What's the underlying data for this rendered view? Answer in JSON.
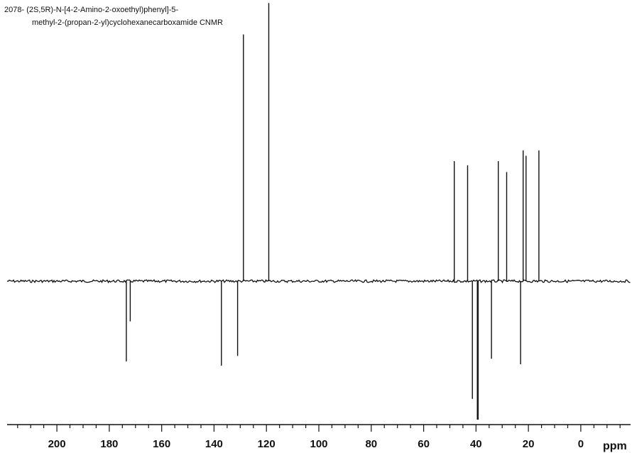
{
  "chart_data": {
    "type": "line",
    "title_line1": "2078- (2S,5R)-N-[4-2-Amino-2-oxoethyl)phenyl]-5-",
    "title_line2": "methyl-2-(propan-2-yl)cyclohexanecarboxamide CNMR",
    "xlabel": "ppm",
    "xlim": [
      219,
      -19
    ],
    "x_reversed": true,
    "x_ticks": [
      200,
      180,
      160,
      140,
      120,
      100,
      80,
      60,
      40,
      20,
      0
    ],
    "x_minor_step": 5,
    "y_range": [
      -1.0,
      2.05
    ],
    "grid": false,
    "legend": "none",
    "line_color": "#111111",
    "peaks": [
      {
        "ppm": 173.5,
        "intensity": -0.58
      },
      {
        "ppm": 172.0,
        "intensity": -0.29
      },
      {
        "ppm": 137.2,
        "intensity": -0.61
      },
      {
        "ppm": 131.0,
        "intensity": -0.54
      },
      {
        "ppm": 128.8,
        "intensity": 1.81
      },
      {
        "ppm": 119.1,
        "intensity": 2.04
      },
      {
        "ppm": 48.3,
        "intensity": 0.88
      },
      {
        "ppm": 43.2,
        "intensity": 0.85
      },
      {
        "ppm": 41.4,
        "intensity": -0.85
      },
      {
        "ppm": 39.5,
        "intensity": -1.0
      },
      {
        "ppm": 39.2,
        "intensity": -1.0
      },
      {
        "ppm": 34.1,
        "intensity": -0.56
      },
      {
        "ppm": 31.5,
        "intensity": 0.88
      },
      {
        "ppm": 28.3,
        "intensity": 0.8
      },
      {
        "ppm": 23.0,
        "intensity": -0.6
      },
      {
        "ppm": 22.0,
        "intensity": 0.96
      },
      {
        "ppm": 20.9,
        "intensity": 0.92
      },
      {
        "ppm": 16.0,
        "intensity": 0.96
      }
    ]
  }
}
